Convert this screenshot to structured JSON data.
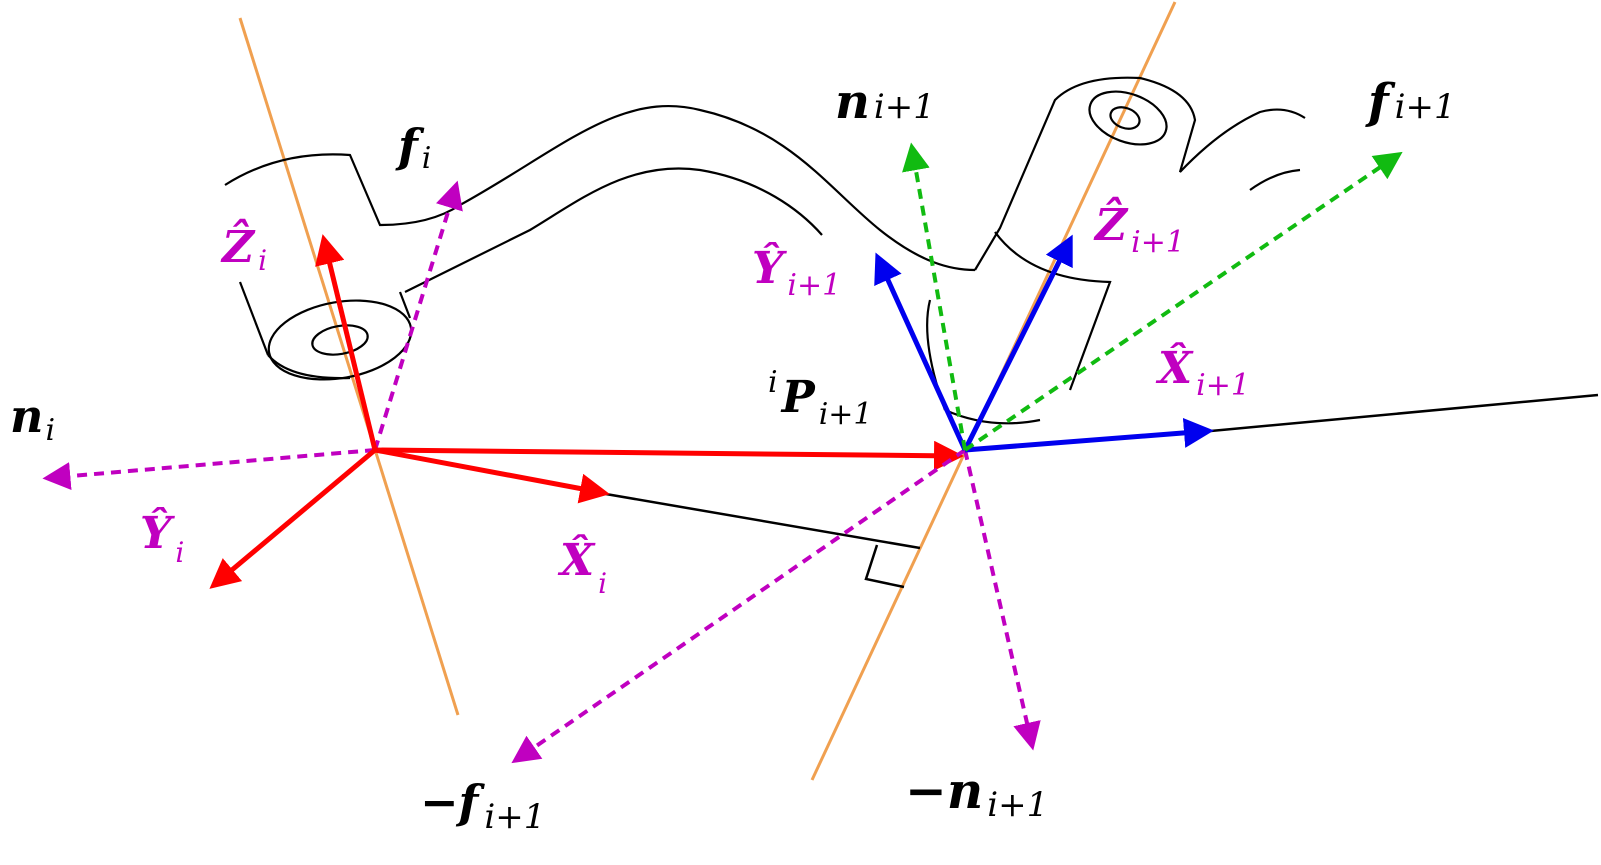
{
  "colors": {
    "frame_i": "#ff0000",
    "frame_i1": "#0000ee",
    "force_moment": "#c000c0",
    "green_vec": "#11bb11",
    "axis_line": "#f0a050",
    "outline": "#000000"
  },
  "labels": {
    "f_i": {
      "main": "f",
      "sub": "i"
    },
    "n_i": {
      "main": "n",
      "sub": "i"
    },
    "Z_i": {
      "main": "Ẑ",
      "sub": "i"
    },
    "Y_i": {
      "main": "Ŷ",
      "sub": "i"
    },
    "X_i": {
      "main": "X̂",
      "sub": "i"
    },
    "n_i1": {
      "main": "n",
      "sub": "i+1"
    },
    "f_i1": {
      "main": "f",
      "sub": "i+1"
    },
    "Z_i1": {
      "main": "Ẑ",
      "sub": "i+1"
    },
    "Y_i1": {
      "main": "Ŷ",
      "sub": "i+1"
    },
    "X_i1": {
      "main": "X̂",
      "sub": "i+1"
    },
    "P_i1": {
      "pre": "i",
      "main": "P",
      "sub": "i+1"
    },
    "neg_f_i1": {
      "main": "−f",
      "sub": "i+1"
    },
    "neg_n_i1": {
      "main": "−n",
      "sub": "i+1"
    }
  },
  "icons": {
    "right_angle": "right-angle-marker-icon"
  }
}
